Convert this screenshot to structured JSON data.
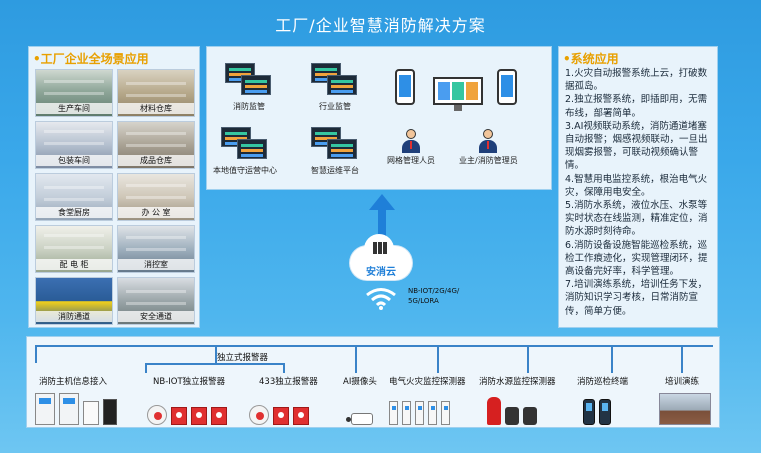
{
  "page": {
    "title": "工厂/企业智慧消防解决方案"
  },
  "left": {
    "title": "•工厂企业全场景应用",
    "scenes": [
      "生产车间",
      "材料仓库",
      "包装车间",
      "成品仓库",
      "食堂厨房",
      "办  公  室",
      "配  电  柜",
      "消控室",
      "消防通道",
      "安全通道"
    ]
  },
  "center": {
    "nodes": [
      "消防监管",
      "行业监管",
      "本地值守运营中心",
      "智慧运维平台",
      "网格管理人员",
      "业主/消防管理员"
    ]
  },
  "cloud": {
    "label": "安消云",
    "network": "NB-IOT/2G/4G/\n5G/LORA"
  },
  "right": {
    "title": "•系统应用",
    "items": [
      "1.火灾自动报警系统上云，打破数据孤岛。",
      "2.独立报警系统，即插即用，无需布线，部署简单。",
      "3.AI视频联动系统，消防通道堵塞自动报警；烟感视频联动，一旦出现烟雾报警，可联动视频确认警情。",
      "4.智慧用电监控系统，根治电气火灾，保障用电安全。",
      "5.消防水系统，液位水压、水泵等实时状态在线监测，精准定位，消防水源时刻待命。",
      "6.消防设备设施智能巡检系统，巡检工作痕迹化，实现管理闭环，提高设备完好率，科学管理。",
      "7.培训演练系统，培训任务下发，消防知识学习考核，日常消防宣传，简单方便。"
    ]
  },
  "bottom": {
    "sub_label": "独立式报警器",
    "devices": [
      "消防主机信息接入",
      "NB-IOT独立报警器",
      "433独立报警器",
      "AI摄像头",
      "电气火灾监控探测器",
      "消防水源监控探测器",
      "消防巡检终端",
      "培训演练"
    ]
  }
}
